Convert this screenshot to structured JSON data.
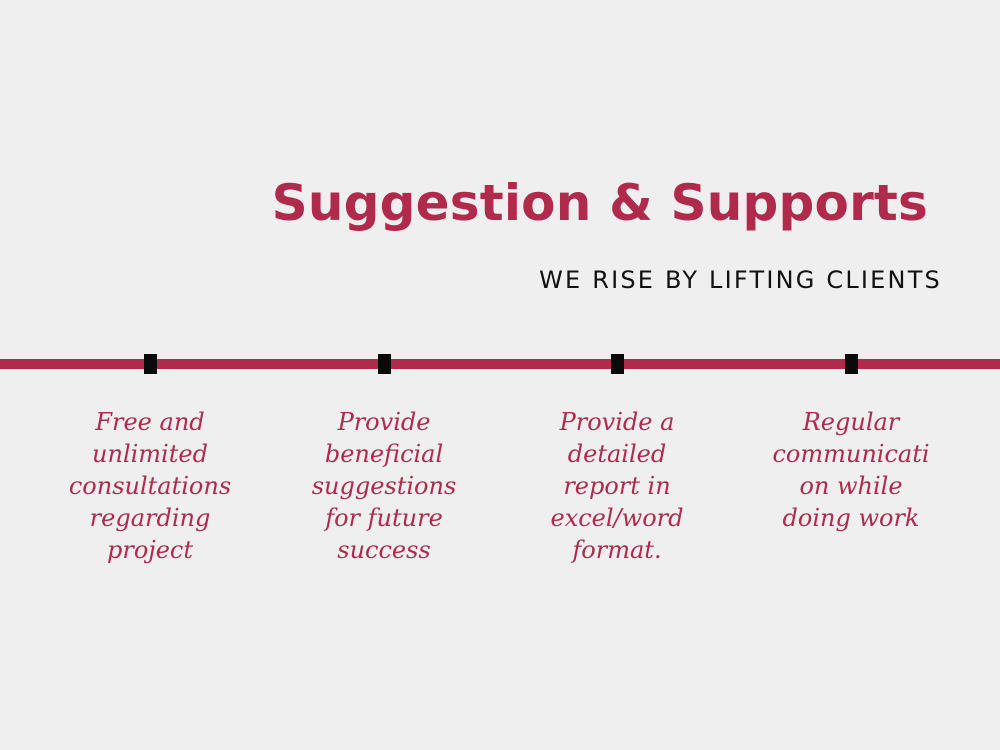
{
  "header": {
    "title": "Suggestion & Supports",
    "tagline": "WE RISE BY LIFTING CLIENTS"
  },
  "timeline": {
    "items": [
      {
        "lines": [
          "Free and",
          "unlimited",
          "consultations",
          "regarding",
          "project"
        ]
      },
      {
        "lines": [
          "Provide",
          "beneficial",
          "suggestions",
          "for future",
          "success"
        ]
      },
      {
        "lines": [
          "Provide a",
          "detailed",
          "report in",
          "excel/word",
          "format."
        ]
      },
      {
        "lines": [
          "Regular",
          "communicati",
          "on while",
          "doing work"
        ]
      }
    ]
  },
  "colors": {
    "accent": "#b02a4c",
    "marker": "#0a0a0a",
    "background": "#efefef",
    "text_dark": "#111111"
  }
}
